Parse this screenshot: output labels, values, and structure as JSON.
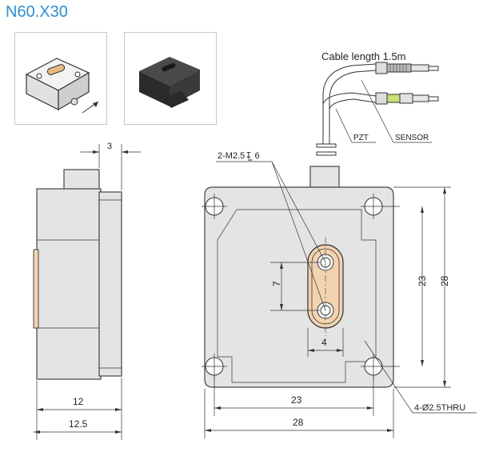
{
  "title": "N60.X30",
  "photos": {
    "line_art": "product-line-drawing",
    "photo": "product-photo"
  },
  "cable": {
    "length_label": "Cable length 1.5m",
    "pzt_label": "PZT",
    "sensor_label": "SENSOR"
  },
  "side_view": {
    "dim_top": "3",
    "dim_width_inner": "12",
    "dim_width_outer": "12.5"
  },
  "front_view": {
    "thread_callout": "2-M2.5↧̲ 6",
    "dim_slot_pitch": "7",
    "dim_slot_width": "4",
    "dim_hole_pitch_v": "23",
    "dim_height": "28",
    "dim_hole_pitch_h": "23",
    "dim_width": "28",
    "through_hole_callout": "4-Ø2.5THRU"
  },
  "colors": {
    "title": "#2a8fd0",
    "body": "#e4e4e4",
    "slot": "#f2d3b0",
    "outline": "#333333"
  }
}
